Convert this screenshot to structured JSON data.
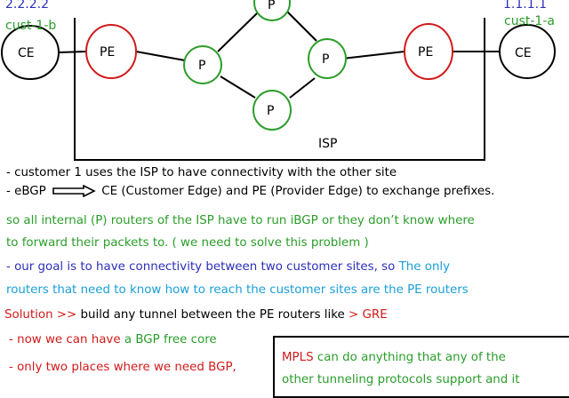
{
  "diagram": {
    "title": "ISP",
    "top_left_ip": "2.2.2.2",
    "top_left_site": "cust-1-b",
    "top_right_ip": "1.1.1.1",
    "top_right_site": "cust-1-a",
    "nodes": [
      {
        "id": "ce-left",
        "label": "CE",
        "color": "#000000"
      },
      {
        "id": "pe-left",
        "label": "PE",
        "color": "#d11a1a"
      },
      {
        "id": "p-left",
        "label": "P",
        "color": "#2a9d2a"
      },
      {
        "id": "p-top",
        "label": "P",
        "color": "#2a9d2a"
      },
      {
        "id": "p-bottom",
        "label": "P",
        "color": "#2a9d2a"
      },
      {
        "id": "p-right",
        "label": "P",
        "color": "#2a9d2a"
      },
      {
        "id": "pe-right",
        "label": "PE",
        "color": "#d11a1a"
      },
      {
        "id": "ce-right",
        "label": "CE",
        "color": "#000000"
      }
    ],
    "edges": [
      [
        "ce-left",
        "pe-left"
      ],
      [
        "pe-left",
        "p-left"
      ],
      [
        "p-left",
        "p-top"
      ],
      [
        "p-left",
        "p-bottom"
      ],
      [
        "p-top",
        "p-right"
      ],
      [
        "p-bottom",
        "p-right"
      ],
      [
        "p-right",
        "pe-right"
      ],
      [
        "pe-right",
        "ce-right"
      ]
    ]
  },
  "notes": {
    "line1": "- customer 1 uses the ISP to have connectivity with the other site",
    "line2_a": "- eBGP",
    "line2_b": "CE (Customer Edge) and PE (Provider Edge) to exchange prefixes.",
    "line3": "so all internal (P) routers of the ISP have to run iBGP or they don’t know where",
    "line4": "to forward their packets to. ( we need to solve this problem )",
    "line5_a": "- our goal is to have connectivity between two customer sites, so",
    "line5_b": "The only",
    "line6": "routers that need to know how to reach the customer sites are the PE routers",
    "line7_a": "Solution >>",
    "line7_b": "build any tunnel between the PE routers like",
    "line7_c": "> GRE",
    "line8_a": "- now we can have",
    "line8_b": "a BGP free core",
    "line9": "- only two places where we need BGP,",
    "box_line1_a": "MPLS",
    "box_line1_b": "can do anything that any of the",
    "box_line2": "other tunneling protocols support and it"
  },
  "colors": {
    "black": "#000000",
    "green": "#2a9d2a",
    "red": "#d11a1a",
    "blue": "#2b2fb8",
    "cyan": "#1a9fd6"
  }
}
